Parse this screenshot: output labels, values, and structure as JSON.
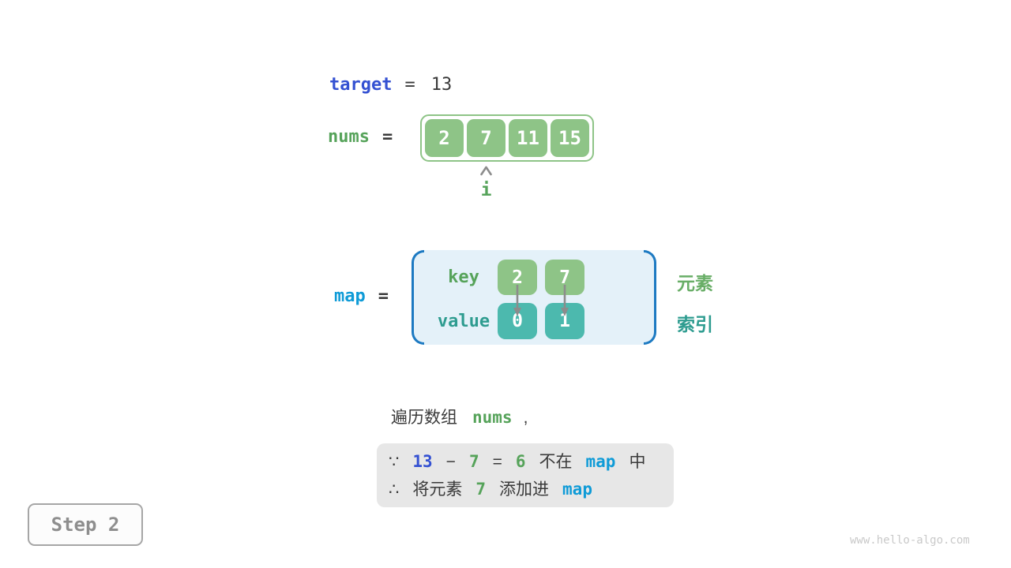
{
  "colors": {
    "target_blue": "#3451d2",
    "map_cyan": "#0f9bd7",
    "green_text": "#56a35a",
    "teal_text": "#2e9c90",
    "green_box": "#8ec487",
    "teal_box": "#4cb9ae",
    "map_background": "#e4f1f9",
    "map_bracket_blue": "#1d7ac2",
    "dark_text": "#3a3a3a",
    "note_background": "#e7e7e7",
    "arrow_gray": "#8c8c8c"
  },
  "target": {
    "name": "target",
    "eq": "=",
    "value": "13"
  },
  "nums": {
    "name": "nums",
    "eq": "=",
    "values": [
      "2",
      "7",
      "11",
      "15"
    ],
    "pointer": "i"
  },
  "map": {
    "name": "map",
    "eq": "=",
    "key_label": "key",
    "value_label": "value",
    "keys": [
      "2",
      "7"
    ],
    "values": [
      "0",
      "1"
    ],
    "key_annotation": "元素",
    "value_annotation": "索引"
  },
  "caption": {
    "prefix": "遍历数组",
    "code": "nums",
    "suffix": ","
  },
  "note": {
    "line1": [
      "∵",
      "13",
      "−",
      "7",
      "=",
      "6",
      "不在",
      "map",
      "中"
    ],
    "line2": [
      "∴",
      "将元素",
      "7",
      "添加进",
      "map"
    ]
  },
  "step": {
    "label": "Step 2"
  },
  "watermark": "www.hello-algo.com"
}
